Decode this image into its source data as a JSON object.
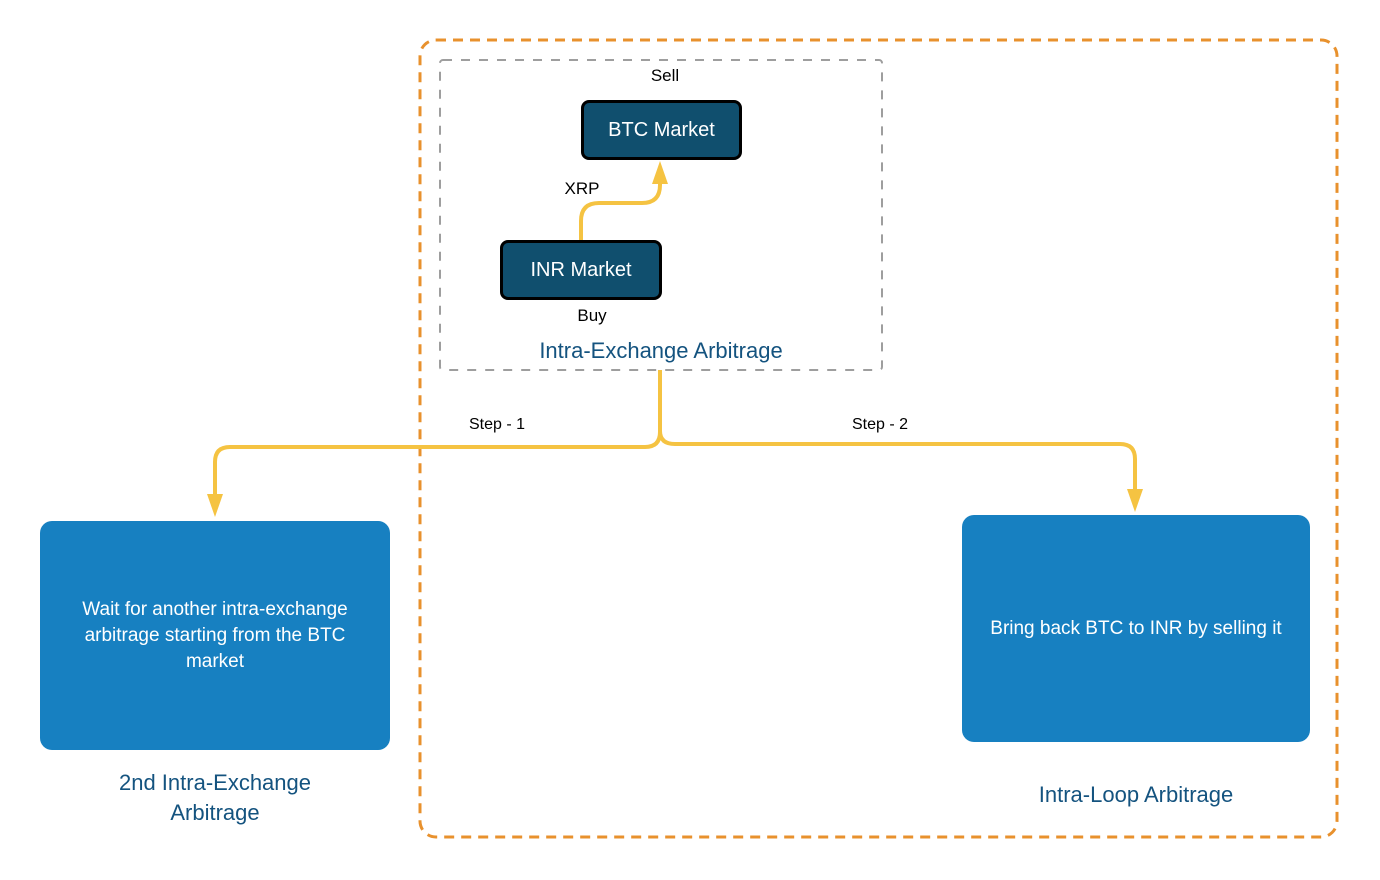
{
  "diagram": {
    "intra_exchange_group": {
      "title": "Intra-Exchange Arbitrage",
      "sell_label": "Sell",
      "xrp_label": "XRP",
      "buy_label": "Buy",
      "btc_market_label": "BTC Market",
      "inr_market_label": "INR Market"
    },
    "connectors": {
      "step1_label": "Step - 1",
      "step2_label": "Step - 2"
    },
    "second_intra_exchange": {
      "box_text": "Wait for another intra-exchange arbitrage starting from the BTC market",
      "caption_line1": "2nd Intra-Exchange",
      "caption_line2": "Arbitrage"
    },
    "intra_loop": {
      "box_text": "Bring back BTC to INR by selling it",
      "caption": "Intra-Loop Arbitrage"
    },
    "colors": {
      "accent_orange": "#E8912D",
      "arrow_yellow": "#F5C342",
      "node_dark_fill": "#104F6E",
      "node_blue_fill": "#1780C1",
      "caption_text": "#14537F",
      "group_dash_gray": "#9E9E9E"
    }
  }
}
